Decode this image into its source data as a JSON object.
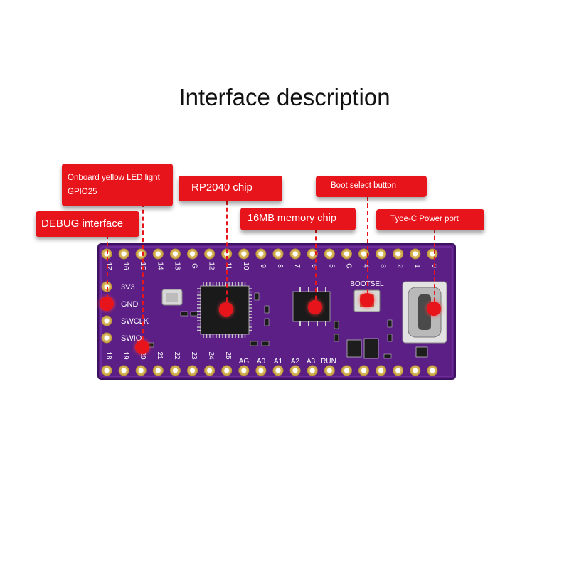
{
  "title": "Interface description",
  "callouts": {
    "led_line1": "Onboard yellow LED light",
    "led_line2": "GPIO25",
    "rp2040": "RP2040 chip",
    "boot": "Boot select button",
    "debug": "DEBUG interface",
    "memory": "16MB memory chip",
    "typec": "Tyoe-C Power port"
  },
  "board": {
    "top_pins": [
      "17",
      "16",
      "15",
      "14",
      "13",
      "G",
      "12",
      "11",
      "10",
      "9",
      "8",
      "7",
      "6",
      "5",
      "G",
      "4",
      "3",
      "2",
      "1",
      "0"
    ],
    "bottom_pins": [
      "18",
      "19",
      "20",
      "21",
      "22",
      "23",
      "24",
      "25",
      "AG",
      "A0",
      "A1",
      "A2",
      "A3",
      "RUN"
    ],
    "debug_pins": [
      "3V3",
      "GND",
      "SWCLK",
      "SWIO"
    ],
    "bootsel_label": "BOOTSEL"
  },
  "colors": {
    "board": "#5b1f86",
    "callout": "#e8141c",
    "pad": "#e6c66a"
  }
}
